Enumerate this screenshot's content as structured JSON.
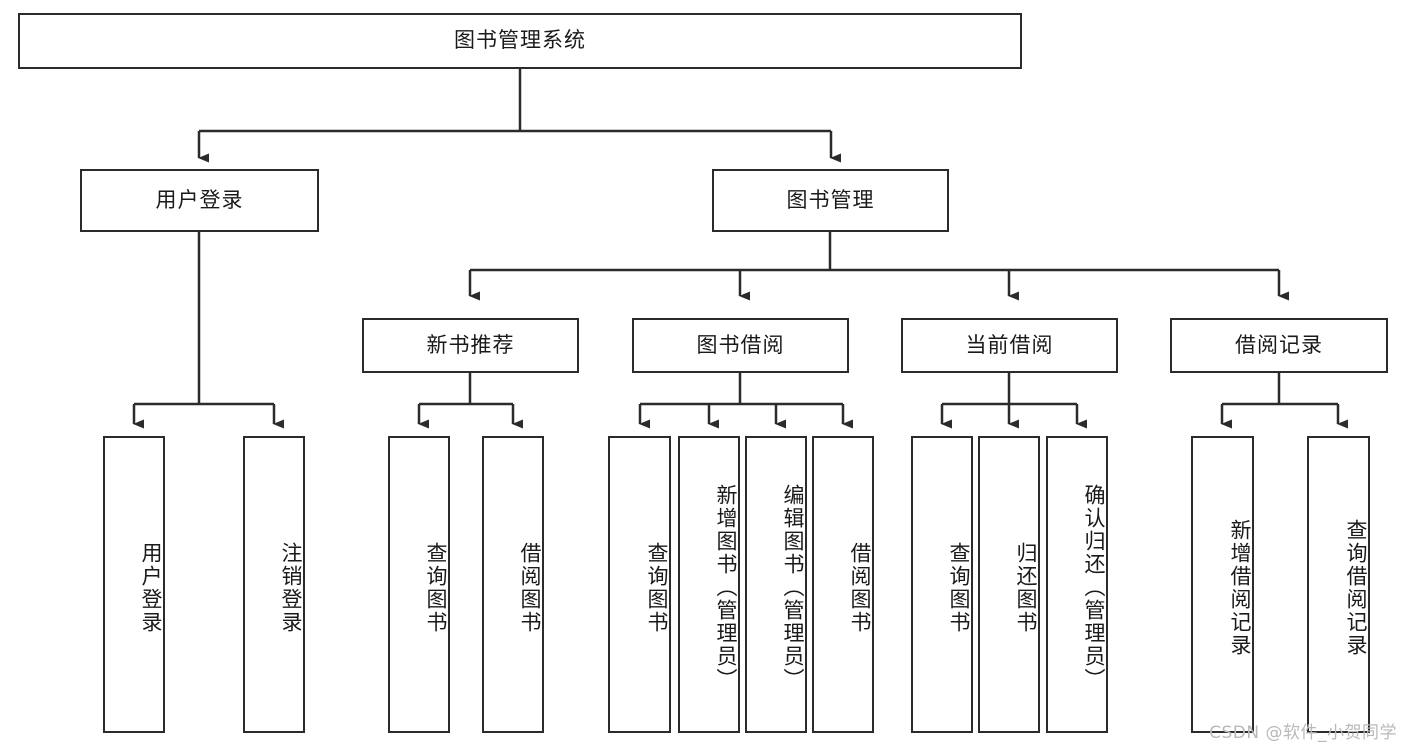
{
  "diagram": {
    "type": "tree-hierarchy",
    "title": "图书管理系统",
    "orientation": "top-down",
    "colors": {
      "box_border": "#2b2b2b",
      "box_fill": "#ffffff",
      "edge": "#2b2b2b",
      "text": "#1a1a1a",
      "watermark": "#b9b9b9"
    },
    "levels": 4
  },
  "nodes": {
    "root": {
      "label": "图书管理系统",
      "level": 1,
      "text_direction": "horizontal"
    },
    "level2": [
      {
        "id": "user-login",
        "label": "用户登录",
        "text_direction": "horizontal"
      },
      {
        "id": "book-manage",
        "label": "图书管理",
        "text_direction": "horizontal"
      }
    ],
    "level3": [
      {
        "id": "new-book-recommend",
        "label": "新书推荐",
        "text_direction": "horizontal"
      },
      {
        "id": "book-borrow",
        "label": "图书借阅",
        "text_direction": "horizontal"
      },
      {
        "id": "current-borrow",
        "label": "当前借阅",
        "text_direction": "horizontal"
      },
      {
        "id": "borrow-record",
        "label": "借阅记录",
        "text_direction": "horizontal"
      }
    ],
    "leaves": {
      "user-login": [
        {
          "id": "leaf-user-login",
          "label": "用户登录",
          "text_direction": "vertical"
        },
        {
          "id": "leaf-logout",
          "label": "注销登录",
          "text_direction": "vertical"
        }
      ],
      "new-book-recommend": [
        {
          "id": "leaf-query-book-1",
          "label": "查询图书",
          "text_direction": "vertical"
        },
        {
          "id": "leaf-borrow-book-1",
          "label": "借阅图书",
          "text_direction": "vertical"
        }
      ],
      "book-borrow": [
        {
          "id": "leaf-query-book-2",
          "label": "查询图书",
          "text_direction": "vertical"
        },
        {
          "id": "leaf-add-book",
          "label": "新增图书（管理员）",
          "text_direction": "vertical"
        },
        {
          "id": "leaf-edit-book",
          "label": "编辑图书（管理员）",
          "text_direction": "vertical"
        },
        {
          "id": "leaf-borrow-book-2",
          "label": "借阅图书",
          "text_direction": "vertical"
        }
      ],
      "current-borrow": [
        {
          "id": "leaf-query-book-3",
          "label": "查询图书",
          "text_direction": "vertical"
        },
        {
          "id": "leaf-return-book",
          "label": "归还图书",
          "text_direction": "vertical"
        },
        {
          "id": "leaf-confirm-return",
          "label": "确认归还（管理员）",
          "text_direction": "vertical"
        }
      ],
      "borrow-record": [
        {
          "id": "leaf-add-record",
          "label": "新增借阅记录",
          "text_direction": "vertical"
        },
        {
          "id": "leaf-query-record",
          "label": "查询借阅记录",
          "text_direction": "vertical"
        }
      ]
    }
  },
  "watermark": {
    "text": "CSDN @软件_小贺同学"
  }
}
